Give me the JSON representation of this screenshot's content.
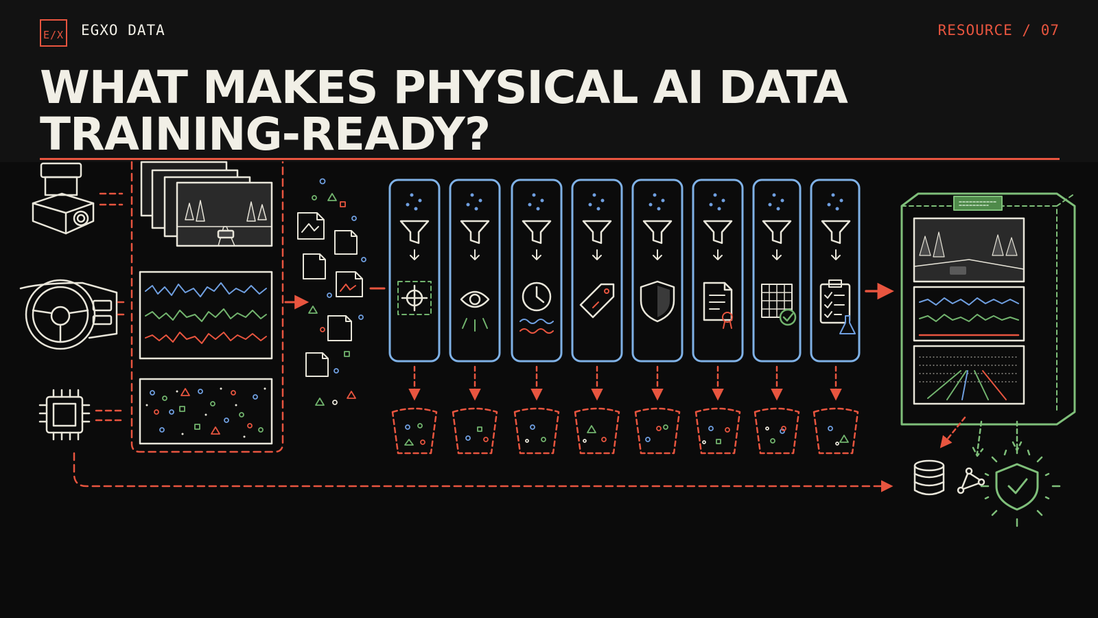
{
  "header": {
    "logo_text": "E/X",
    "brand_name": "EGXO DATA",
    "resource_label": "RESOURCE / 07"
  },
  "title": {
    "line1": "WHAT MAKES PHYSICAL AI DATA",
    "line2": "TRAINING-READY?"
  },
  "colors": {
    "background": "#0b0b0b",
    "header_band": "#121212",
    "accent": "#e8553f",
    "text": "#f1efe6",
    "stage_outline": "#7fb1e6",
    "output_outline": "#7fbf7a"
  },
  "diagram": {
    "sources": [
      "camera-icon",
      "steering-wheel-icon",
      "chip-icon"
    ],
    "raw_panels": [
      "video-frames-panel",
      "signal-waveform-panel",
      "point-cloud-panel"
    ],
    "stages": [
      "target-icon",
      "eye-icon",
      "clock-icon",
      "tag-icon",
      "shield-icon",
      "certificate-icon",
      "grid-check-icon",
      "clipboard-flask-icon"
    ],
    "outputs": [
      "database-icon",
      "graph-nodes-icon",
      "shield-check-icon"
    ]
  }
}
